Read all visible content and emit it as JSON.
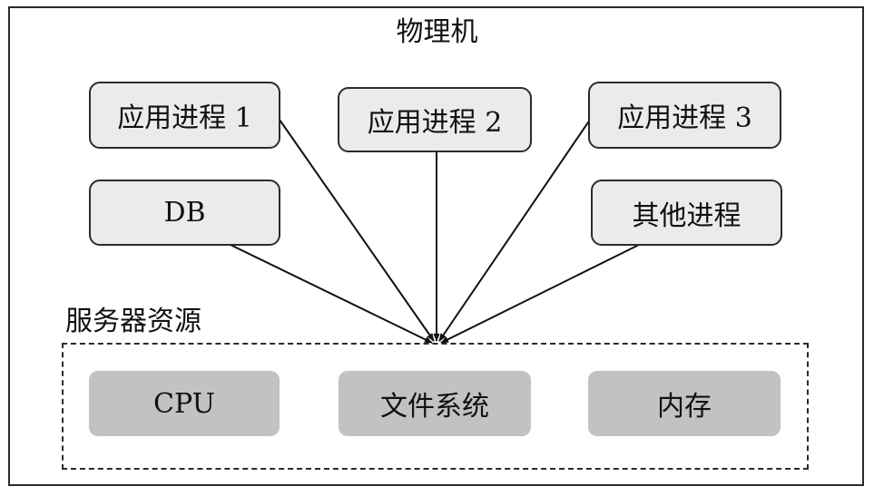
{
  "title": "物理机",
  "processes": [
    {
      "label": "应用进程 1"
    },
    {
      "label": "应用进程 2"
    },
    {
      "label": "应用进程 3"
    },
    {
      "label": "DB"
    },
    {
      "label": "其他进程"
    }
  ],
  "resources": {
    "label": "服务器资源",
    "items": [
      {
        "label": "CPU"
      },
      {
        "label": "文件系统"
      },
      {
        "label": "内存"
      }
    ]
  },
  "colors": {
    "process_fill": "#ebebeb",
    "resource_fill": "#c2c2c2",
    "line": "#2b2b2b"
  }
}
